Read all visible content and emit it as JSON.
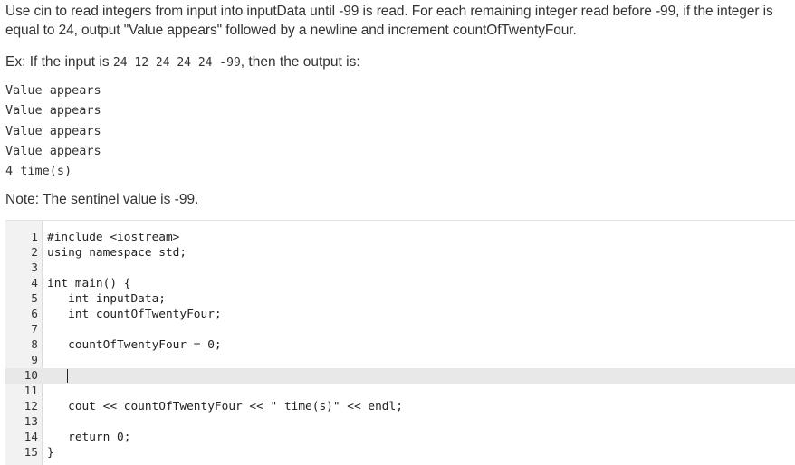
{
  "prompt": {
    "instructions": "Use cin to read integers from input into inputData until -99 is read. For each remaining integer read before -99, if the integer is equal to 24, output \"Value appears\" followed by a newline and increment countOfTwentyFour.",
    "example_prefix": "Ex: If the input is ",
    "example_input": "24 12 24 24 24 -99",
    "example_suffix": ", then the output is:",
    "expected_output": [
      "Value appears",
      "Value appears",
      "Value appears",
      "Value appears",
      "4 time(s)"
    ],
    "note": "Note: The sentinel value is -99."
  },
  "editor": {
    "active_line": 10,
    "lines": [
      {
        "number": "1",
        "code": "#include <iostream>"
      },
      {
        "number": "2",
        "code": "using namespace std;"
      },
      {
        "number": "3",
        "code": ""
      },
      {
        "number": "4",
        "code": "int main() {"
      },
      {
        "number": "5",
        "code": "   int inputData;"
      },
      {
        "number": "6",
        "code": "   int countOfTwentyFour;"
      },
      {
        "number": "7",
        "code": ""
      },
      {
        "number": "8",
        "code": "   countOfTwentyFour = 0;"
      },
      {
        "number": "9",
        "code": ""
      },
      {
        "number": "10",
        "code": ""
      },
      {
        "number": "11",
        "code": ""
      },
      {
        "number": "12",
        "code": "   cout << countOfTwentyFour << \" time(s)\" << endl;"
      },
      {
        "number": "13",
        "code": ""
      },
      {
        "number": "14",
        "code": "   return 0;"
      },
      {
        "number": "15",
        "code": "}"
      }
    ]
  }
}
